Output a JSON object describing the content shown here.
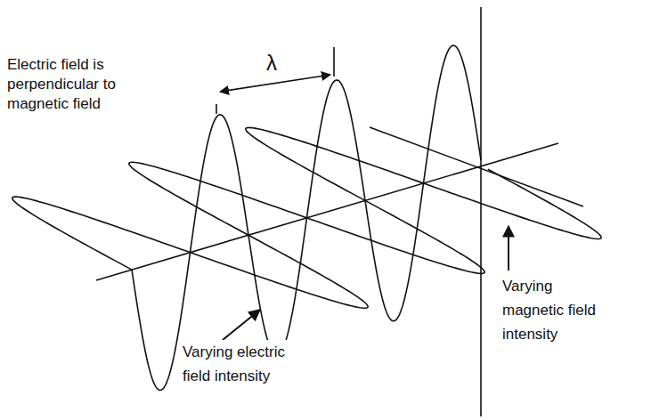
{
  "diagram": {
    "labels": [
      "Electric field is perpendicular to magnetic field",
      "λ",
      "Varying electric field intensity",
      "Varying magnetic field intensity"
    ]
  }
}
